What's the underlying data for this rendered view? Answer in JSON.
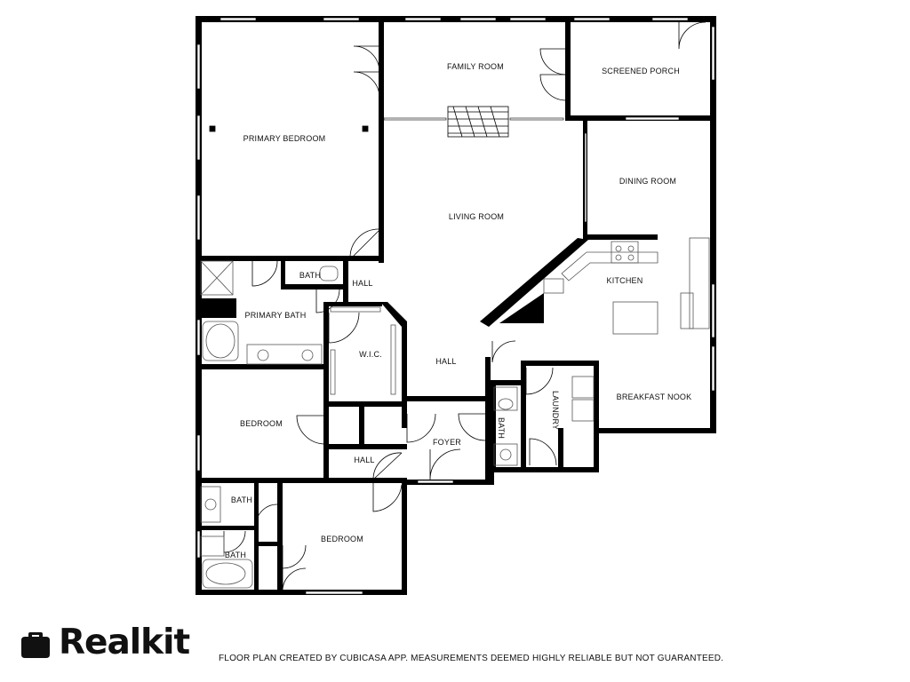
{
  "rooms": {
    "primary_bedroom": "PRIMARY BEDROOM",
    "family_room": "FAMILY ROOM",
    "screened_porch": "SCREENED PORCH",
    "dining_room": "DINING ROOM",
    "living_room": "LIVING ROOM",
    "kitchen": "KITCHEN",
    "bath_primary_wc": "BATH",
    "hall_upper": "HALL",
    "primary_bath": "PRIMARY BATH",
    "wic": "W.I.C.",
    "hall_center": "HALL",
    "breakfast_nook": "BREAKFAST NOOK",
    "laundry": "LAUNDRY",
    "bath_powder": "BATH",
    "bedroom_left": "BEDROOM",
    "foyer": "FOYER",
    "hall_lower": "HALL",
    "bath_lower_1": "BATH",
    "bath_lower_2": "BATH",
    "bedroom_bottom": "BEDROOM"
  },
  "brand": {
    "name": "Realkit",
    "icon": "briefcase-icon"
  },
  "footer": {
    "disclaimer": "FLOOR PLAN CREATED BY CUBICASA APP. MEASUREMENTS DEEMED HIGHLY RELIABLE BUT NOT GUARANTEED."
  },
  "colors": {
    "wall": "#000000",
    "window": "#ffffff",
    "fixture_stroke": "#555555"
  }
}
